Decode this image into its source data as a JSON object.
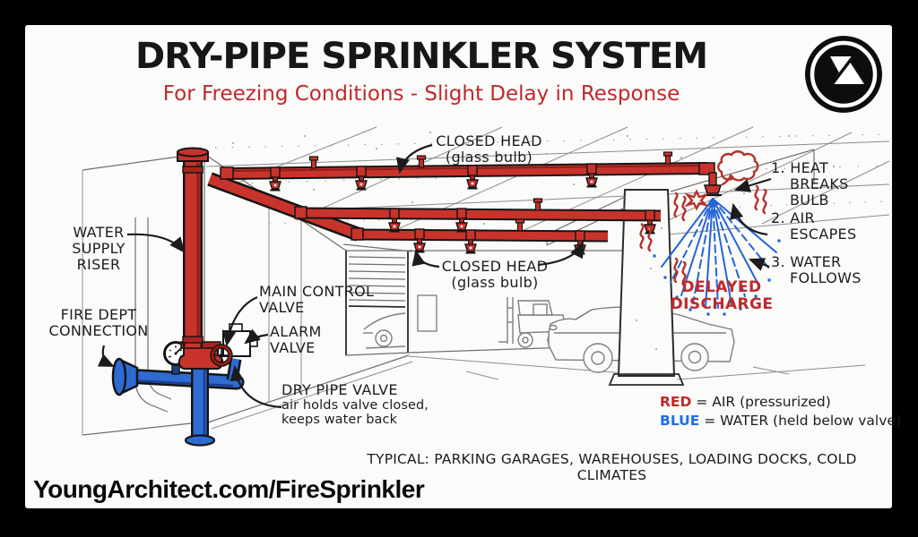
{
  "header": {
    "title": "DRY-PIPE SPRINKLER SYSTEM",
    "subtitle": "For Freezing Conditions - Slight Delay in Response"
  },
  "callouts": {
    "water_riser": {
      "lines": [
        "WATER",
        "SUPPLY",
        "RISER"
      ]
    },
    "fire_dept": {
      "lines": [
        "FIRE DEPT",
        "CONNECTION"
      ]
    },
    "main_control": {
      "lines": [
        "MAIN CONTROL",
        "VALVE"
      ]
    },
    "alarm": {
      "lines": [
        "ALARM",
        "VALVE"
      ]
    },
    "dry_pipe": {
      "title": "DRY PIPE VALVE",
      "lines": [
        "air holds valve closed,",
        "keeps water back"
      ]
    },
    "closed_head_top": {
      "lines": [
        "CLOSED HEAD",
        "(glass bulb)"
      ]
    },
    "closed_head_mid": {
      "lines": [
        "CLOSED HEAD",
        "(glass bulb)"
      ]
    },
    "delayed_discharge": {
      "lines": [
        "DELAYED",
        "DISCHARGE"
      ]
    },
    "steps": [
      {
        "num": "1.",
        "lines": [
          "HEAT",
          "BREAKS",
          "BULB"
        ]
      },
      {
        "num": "2.",
        "lines": [
          "AIR",
          "ESCAPES"
        ]
      },
      {
        "num": "3.",
        "lines": [
          "WATER",
          "FOLLOWS"
        ]
      }
    ]
  },
  "legend": {
    "red_term": "RED",
    "red_desc": "= AIR (pressurized)",
    "blue_term": "BLUE",
    "blue_desc": "= WATER (held below valve)"
  },
  "typical_note": "TYPICAL: PARKING GARAGES, WAREHOUSES, LOADING DOCKS, COLD CLIMATES",
  "footer": {
    "url_text": "YoungArchitect.com/FireSprinkler"
  },
  "colors": {
    "pipe_red": "#c8332c",
    "pipe_blue": "#2e6bd2",
    "accent_red": "#c0282c",
    "accent_blue": "#1c6fe8",
    "ink": "#1d1d1d"
  }
}
